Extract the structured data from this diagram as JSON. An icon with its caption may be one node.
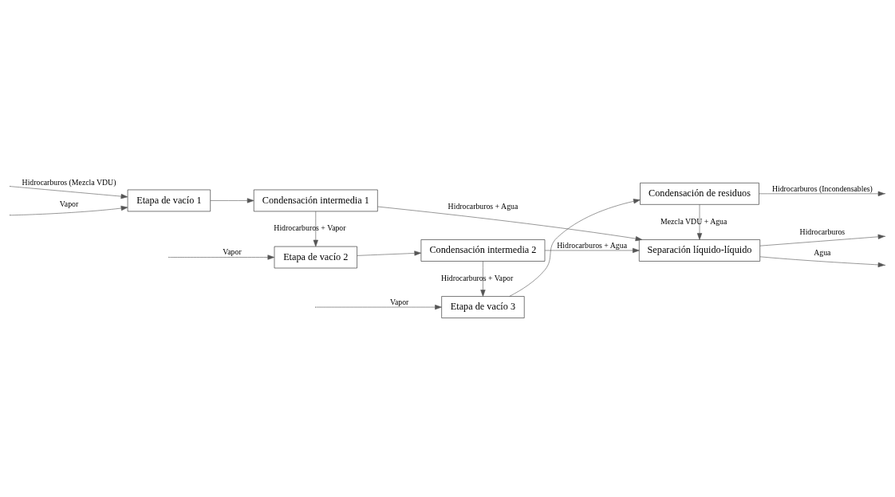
{
  "diagram": {
    "nodes": [
      {
        "text": [
          "Etapa de vacío 1"
        ]
      },
      {
        "text": [
          "Condensación intermedia 1"
        ]
      },
      {
        "text": [
          "Etapa de vacío 2"
        ]
      },
      {
        "text": [
          "Condensación intermedia 2"
        ]
      },
      {
        "text": [
          "Etapa de vacío 3"
        ]
      },
      {
        "text": [
          "Condensación de residuos"
        ]
      },
      {
        "text": [
          "Separación líquido-líquido"
        ]
      }
    ],
    "edges": [
      {
        "from": null,
        "to": 0,
        "arrow": "to",
        "label": "Hidrocarburos (Mezcla VDU)"
      },
      {
        "from": null,
        "to": 0,
        "arrow": "to",
        "label": "Vapor"
      },
      {
        "from": 0,
        "to": 1,
        "arrow": "to"
      },
      {
        "from": 1,
        "to": 6,
        "arrow": "to",
        "label": "Hidrocarburos + Agua"
      },
      {
        "from": 1,
        "to": 2,
        "arrow": "to",
        "label": "Hidrocarburos + Vapor"
      },
      {
        "from": null,
        "to": 2,
        "arrow": "to",
        "label": "Vapor"
      },
      {
        "from": 2,
        "to": 3,
        "arrow": "to"
      },
      {
        "from": 3,
        "to": 6,
        "arrow": "to",
        "label": "Hidrocarburos + Agua"
      },
      {
        "from": 3,
        "to": 4,
        "arrow": "to",
        "label": "Hidrocarburos + Vapor"
      },
      {
        "from": null,
        "to": 4,
        "arrow": "to",
        "label": "Vapor"
      },
      {
        "from": 4,
        "to": 5,
        "arrow": "to"
      },
      {
        "from": 5,
        "to": null,
        "arrow": "to",
        "label": "Hidrocarburos (Incondensables)"
      },
      {
        "from": 5,
        "to": 6,
        "arrow": "to",
        "label": "Mezcla VDU + Agua"
      },
      {
        "from": 6,
        "to": null,
        "arrow": "to",
        "label": "Hidrocarburos"
      },
      {
        "from": 6,
        "to": null,
        "arrow": "to",
        "label": "Agua"
      }
    ]
  }
}
